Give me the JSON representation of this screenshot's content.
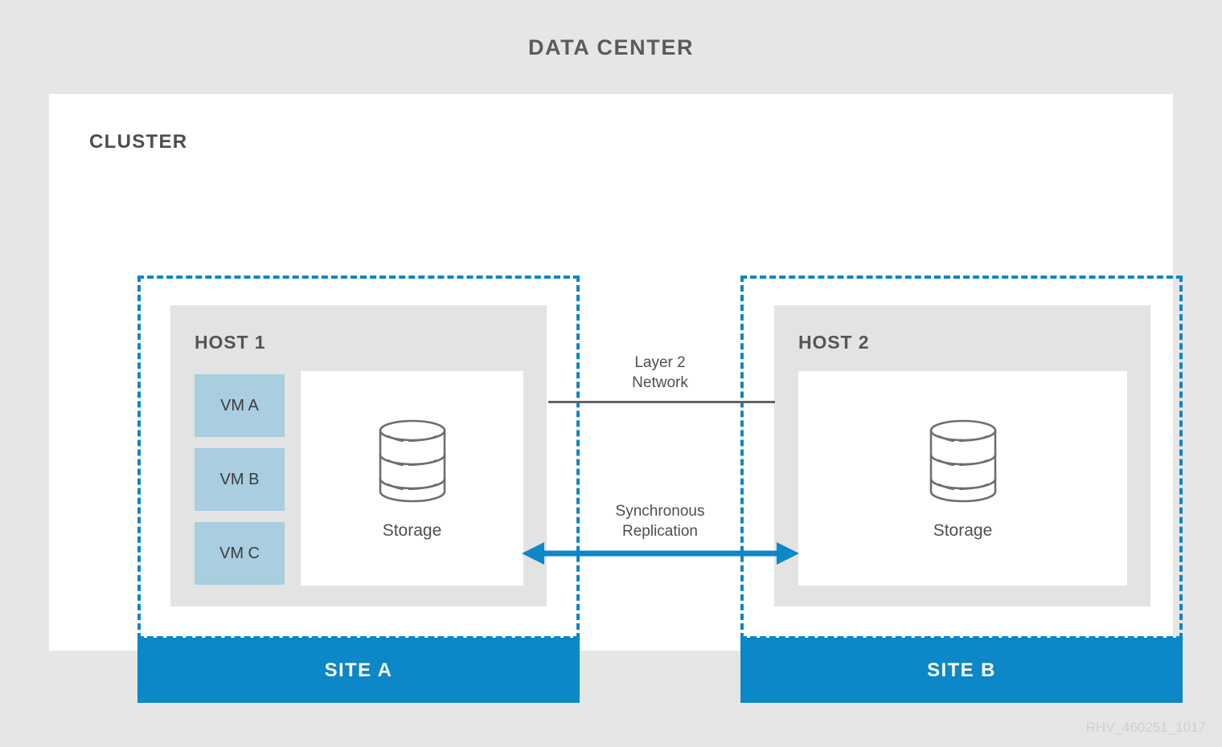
{
  "diagram": {
    "title": "DATA CENTER",
    "cluster_title": "CLUSTER",
    "watermark": "RHV_460251_1017",
    "colors": {
      "background": "#e6e6e6",
      "panel": "#ffffff",
      "host_panel": "#e3e3e3",
      "accent_blue": "#0c87c8",
      "vm_blue": "#a8cee0",
      "text_gray": "#4f4f4f",
      "line_gray": "#636363"
    }
  },
  "sites": [
    {
      "banner_label": "SITE A",
      "host": {
        "title": "HOST 1",
        "vms": [
          {
            "label": "VM A"
          },
          {
            "label": "VM B"
          },
          {
            "label": "VM C"
          }
        ],
        "storage": {
          "label": "Storage",
          "icon": "database-cylinder-icon"
        }
      }
    },
    {
      "banner_label": "SITE B",
      "host": {
        "title": "HOST 2",
        "vms": [],
        "storage": {
          "label": "Storage",
          "icon": "database-cylinder-icon"
        }
      }
    }
  ],
  "connectors": {
    "network": {
      "label_line1": "Layer 2",
      "label_line2": "Network",
      "style": "solid-gray-line"
    },
    "replication": {
      "label_line1": "Synchronous",
      "label_line2": "Replication",
      "style": "blue-double-headed-arrow"
    }
  }
}
